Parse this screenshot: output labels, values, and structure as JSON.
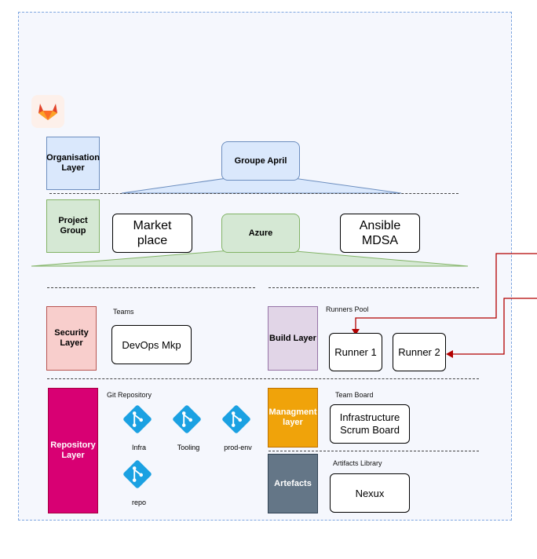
{
  "layers": {
    "organisation": "Organisation Layer",
    "project_group": "Project Group",
    "security": "Security Layer",
    "build": "Build Layer",
    "repository": "Repository Layer",
    "managment": "Managment layer",
    "artefacts": "Artefacts"
  },
  "nodes": {
    "groupe_april": "Groupe April",
    "market_place": "Market place",
    "azure": "Azure",
    "ansible_mdsa": "Ansible MDSA",
    "devops_mkp": "DevOps Mkp",
    "runner1": "Runner 1",
    "runner2": "Runner 2",
    "infra_scrum": "Infrastructure Scrum Board",
    "nexux": "Nexux"
  },
  "captions": {
    "teams": "Teams",
    "runners_pool": "Runners Pool",
    "git_repository": "Git Repository",
    "team_board": "Team Board",
    "artifacts_library": "Artifacts Library"
  },
  "repos": [
    "Infra",
    "Tooling",
    "prod-env",
    "repo"
  ],
  "icons": {
    "logo": "gitlab-logo-icon",
    "repo": "git-merge-icon"
  },
  "colors": {
    "canvas": "#f5f7fd",
    "org_layer": "#dae8fc",
    "project_layer": "#d5e8d4",
    "security_layer": "#f8cecc",
    "build_layer": "#e1d5e7",
    "repository_layer": "#d80073",
    "managment_layer": "#f0a30a",
    "artefacts_layer": "#647687",
    "repo_icon": "#1ba1e2",
    "arrow": "#b20000"
  }
}
